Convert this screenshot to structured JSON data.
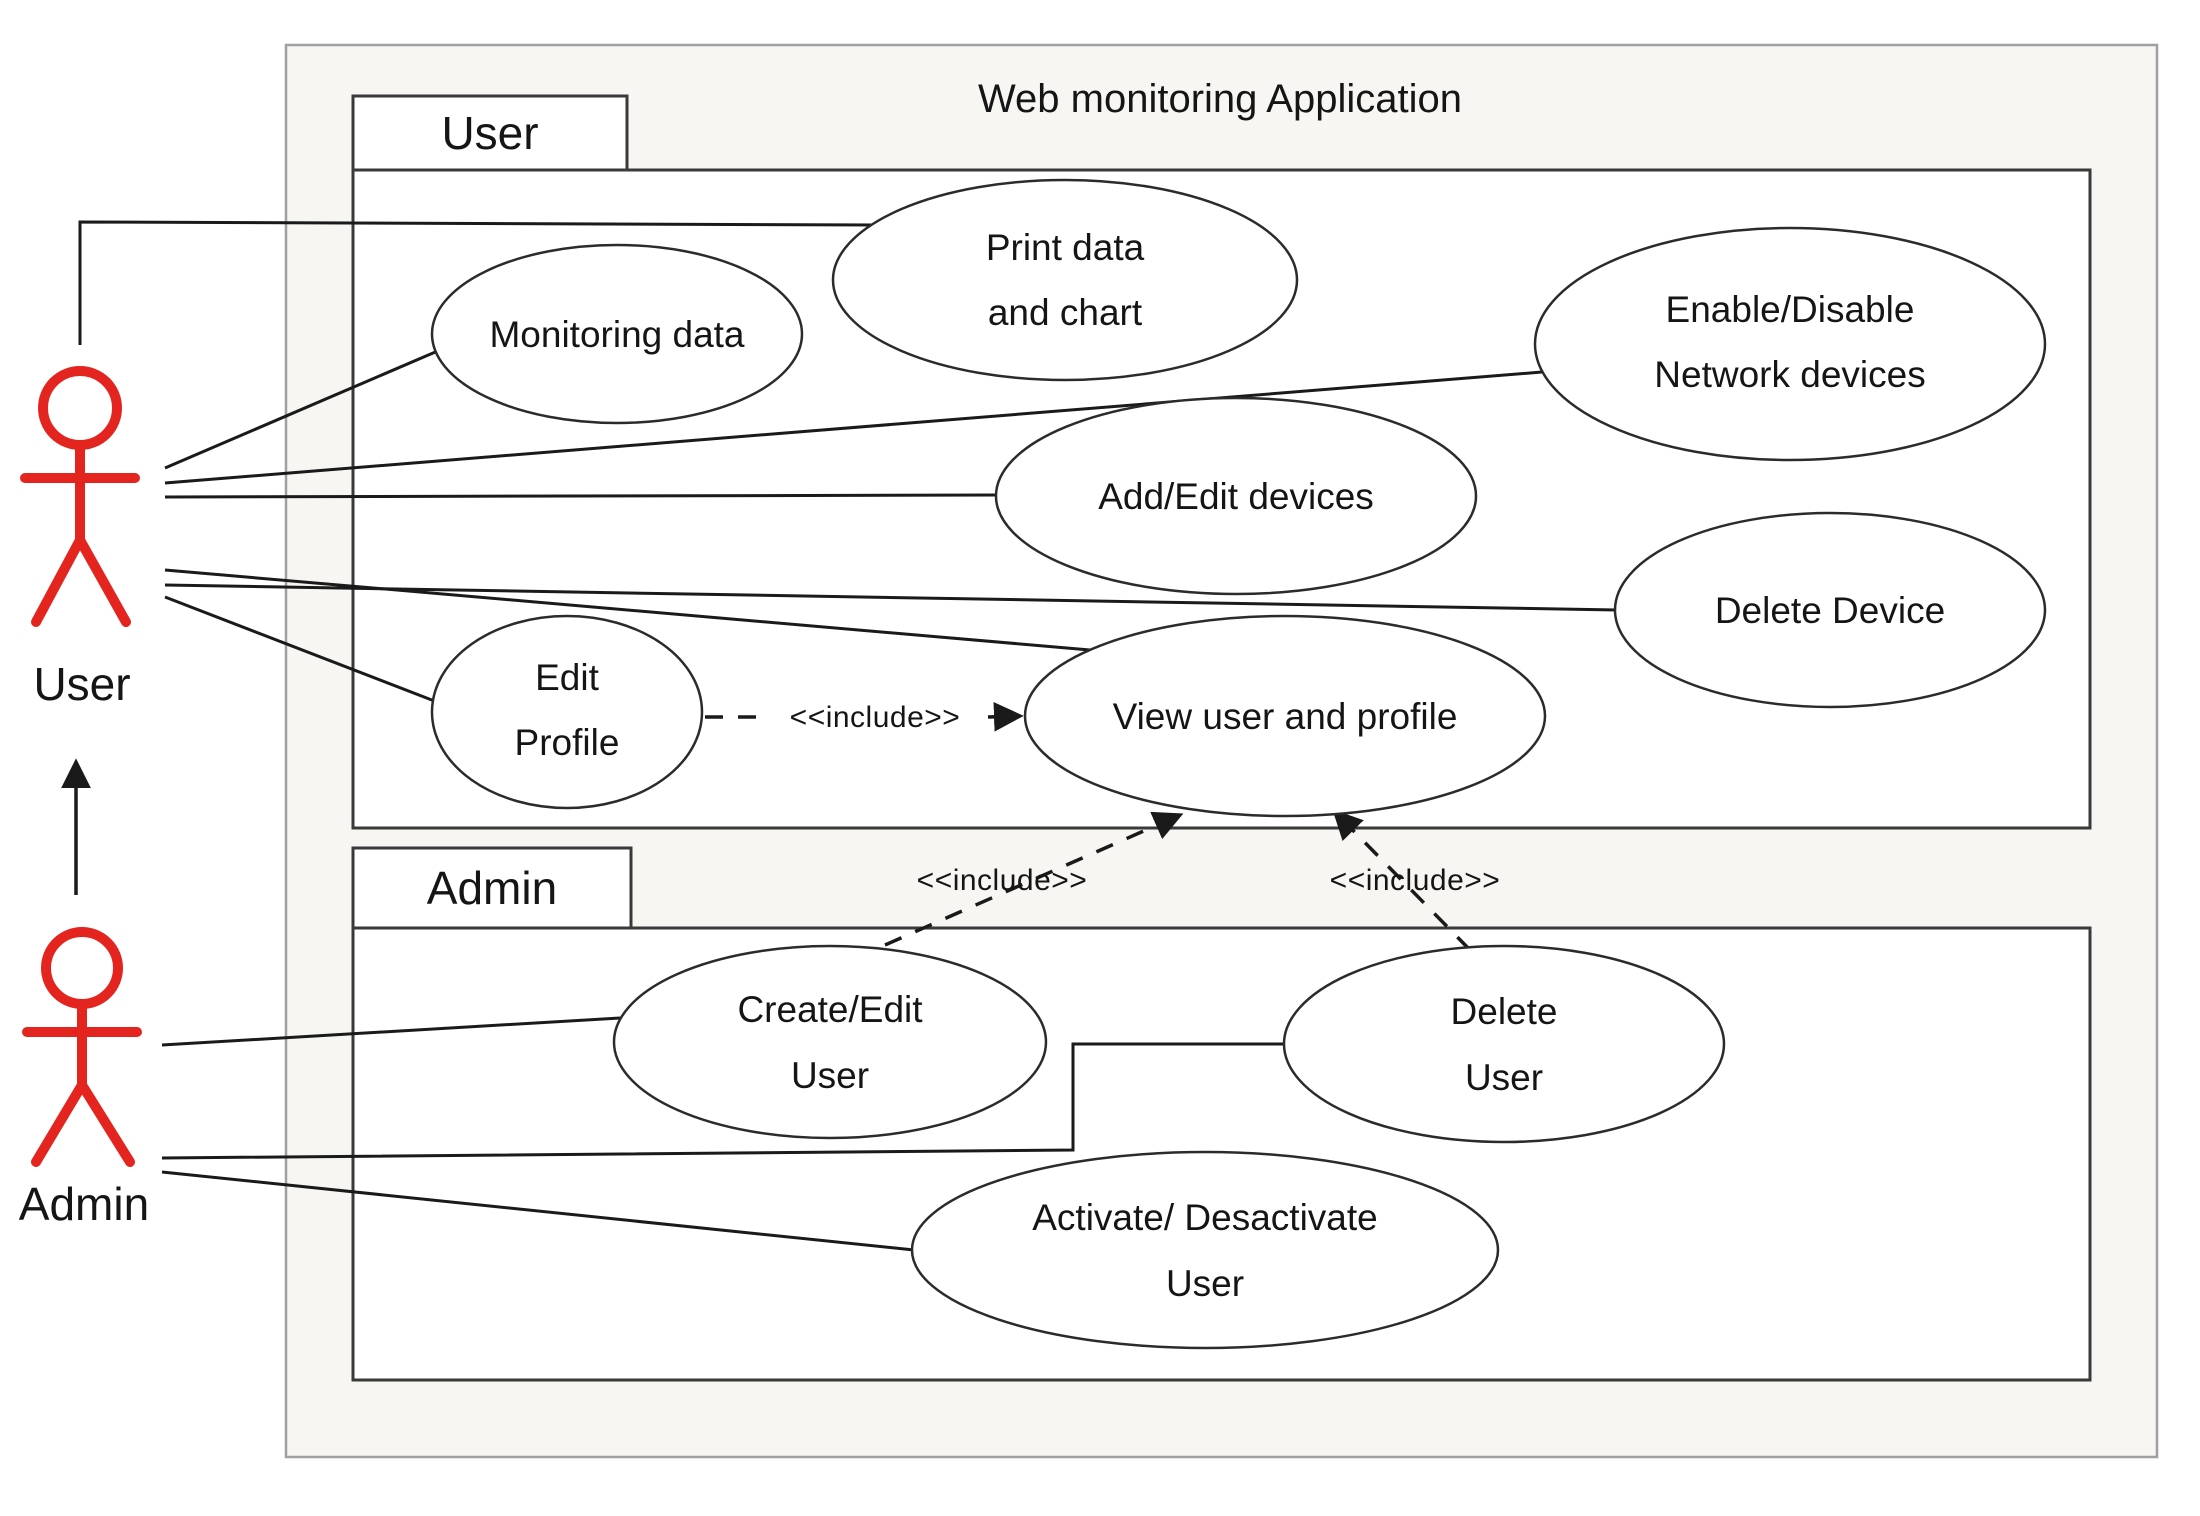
{
  "title": "Web monitoring Application",
  "packages": {
    "user_label": "User",
    "admin_label": "Admin"
  },
  "actors": {
    "user": {
      "label": "User"
    },
    "admin": {
      "label": "Admin"
    }
  },
  "use_cases": {
    "monitoring_data": {
      "line1": "Monitoring data"
    },
    "print_data": {
      "line1": "Print data",
      "line2": "and chart"
    },
    "enable_disable": {
      "line1": "Enable/Disable",
      "line2": "Network devices"
    },
    "add_edit_devices": {
      "line1": "Add/Edit devices"
    },
    "delete_device": {
      "line1": "Delete Device"
    },
    "edit_profile": {
      "line1": "Edit",
      "line2": "Profile"
    },
    "view_user_profile": {
      "line1": "View user and profile"
    },
    "create_edit_user": {
      "line1": "Create/Edit",
      "line2": "User"
    },
    "delete_user": {
      "line1": "Delete",
      "line2": "User"
    },
    "activate_user": {
      "line1": "Activate/ Desactivate",
      "line2": "User"
    }
  },
  "relationships": {
    "include_label": "<<include>>",
    "includes": [
      {
        "from": "Edit Profile",
        "to": "View user and profile"
      },
      {
        "from": "Create/Edit User",
        "to": "View user and profile"
      },
      {
        "from": "Delete User",
        "to": "View user and profile"
      }
    ],
    "associations": [
      {
        "actor": "User",
        "use_case": "Print data and chart"
      },
      {
        "actor": "User",
        "use_case": "Monitoring data"
      },
      {
        "actor": "User",
        "use_case": "Enable/Disable Network devices"
      },
      {
        "actor": "User",
        "use_case": "Add/Edit devices"
      },
      {
        "actor": "User",
        "use_case": "View user and profile"
      },
      {
        "actor": "User",
        "use_case": "Delete Device"
      },
      {
        "actor": "User",
        "use_case": "Edit Profile"
      },
      {
        "actor": "Admin",
        "use_case": "Create/Edit User"
      },
      {
        "actor": "Admin",
        "use_case": "Delete User"
      },
      {
        "actor": "Admin",
        "use_case": "Activate/ Desactivate User"
      }
    ],
    "generalization": {
      "from": "Admin",
      "to": "User"
    }
  },
  "colors": {
    "actor": "#e4251f",
    "line": "#1a1a1a",
    "outer_background": "#f7f6f2",
    "frame_background": "#ffffff"
  }
}
